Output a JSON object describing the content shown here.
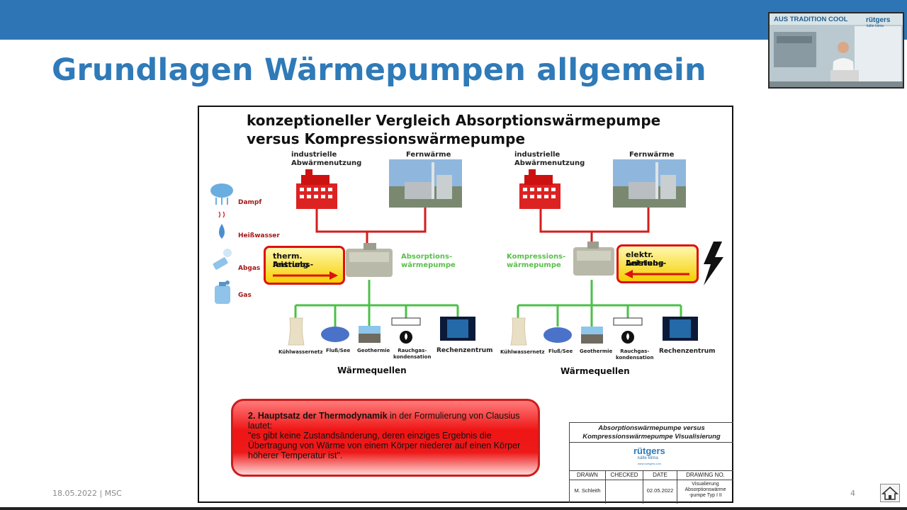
{
  "slide_title": "Grundlagen Wärmepumpen allgemein",
  "video_overlay": {
    "banner": "AUS TRADITION COOL",
    "brand": "rütgers",
    "brand_sub": "kälte·klima"
  },
  "footer": {
    "date_presenter": "18.05.2022 | MSC",
    "page_number": "4"
  },
  "figure": {
    "heading_line1": "konzeptioneller Vergleich Absorptionswärmepumpe",
    "heading_line2": "versus Kompressionswärmepumpe",
    "energy_sources": [
      "Dampf",
      "Heißwasser",
      "Abgas",
      "Gas"
    ],
    "left": {
      "waste_heat": [
        "industrielle",
        "Abwärmenutzung"
      ],
      "district_heat": "Fernwärme",
      "drive_box": [
        "therm. Antriebs-",
        "leistung"
      ],
      "pump_label": [
        "Absorptions-",
        "wärmepumpe"
      ],
      "sources_caption": "Wärmequellen"
    },
    "right": {
      "waste_heat": [
        "industrielle",
        "Abwärmenutzung"
      ],
      "district_heat": "Fernwärme",
      "drive_box": [
        "elektr. Antriebs-",
        "Leistung"
      ],
      "pump_label": [
        "Kompressions-",
        "wärmepumpe"
      ],
      "sources_caption": "Wärmequellen"
    },
    "heat_sources": [
      "Kühlwassernetz",
      "Fluß/See",
      "Geothermie",
      "Rauchgas-",
      "kondensation",
      "Rechenzentrum"
    ],
    "thermo_box": {
      "bold": "2. Hauptsatz der Thermodynamik",
      "rest": " in der Formulierung von Clausius lautet:",
      "quote": "\"es gibt keine Zustandsänderung, deren einziges Ergebnis die Übertragung von Wärme von einem Körper niederer auf einen Körper höherer Temperatur ist\"."
    },
    "title_block": {
      "title_line1": "Absorptionswärmepumpe versus",
      "title_line2": "Kompressionswärmepumpe  Visualisierung",
      "logo": "rütgers",
      "logo_sub": "kälte·klima",
      "logo_url": "www.ruetgers.com",
      "headers": [
        "DRAWN",
        "CHECKED",
        "DATE",
        "DRAWING NO."
      ],
      "drawn": "M. Schleith",
      "checked": "",
      "date": "02.05.2022",
      "drawing_no": [
        "Visualierung",
        "Absorptionswärme",
        "-pumpe Typ I II"
      ]
    }
  },
  "colors": {
    "topbar": "#2e75b6",
    "title": "#2f7ab8",
    "pipe_red": "#d21e1e",
    "pipe_green": "#4cc04a"
  }
}
